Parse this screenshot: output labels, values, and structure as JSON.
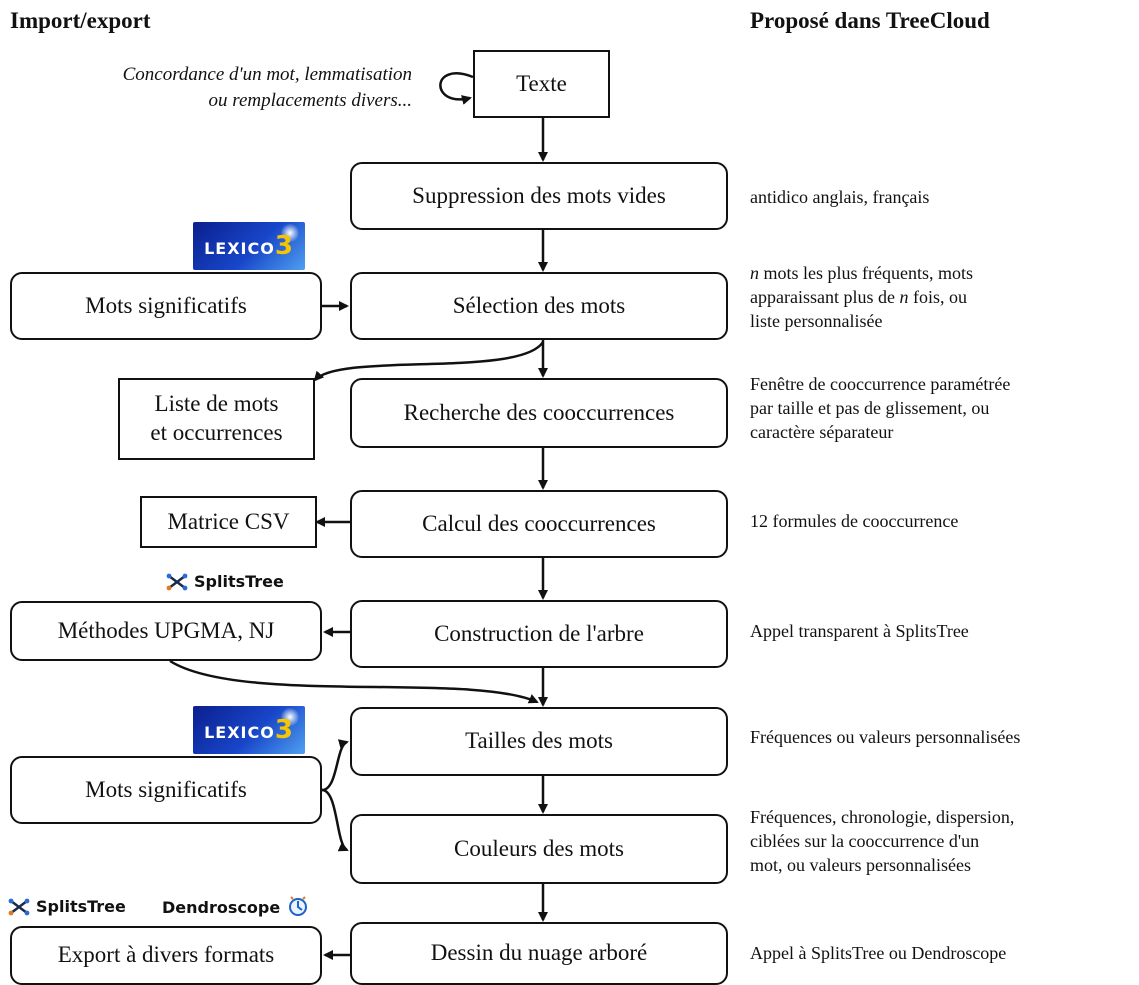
{
  "headers": {
    "left": "Import/export",
    "right": "Proposé dans TreeCloud"
  },
  "note": {
    "line1": "Concordance d'un mot, lemmatisation",
    "line2": "ou remplacements divers..."
  },
  "steps": [
    {
      "label": "Texte"
    },
    {
      "label": "Suppression des mots vides",
      "desc": "antidico anglais, français"
    },
    {
      "label": "Sélection des mots",
      "desc_line1_prefix": "n",
      "desc_line1": " mots les plus fréquents, mots",
      "desc_line2_prefix": "apparaissant plus de ",
      "desc_line2_var": "n",
      "desc_line2_suffix": " fois, ou",
      "desc_line3": "liste personnalisée"
    },
    {
      "label": "Recherche des cooccurrences",
      "desc_line1": "Fenêtre de cooccurrence paramétrée",
      "desc_line2": "par taille et pas de glissement, ou",
      "desc_line3": "caractère séparateur"
    },
    {
      "label": "Calcul des cooccurrences",
      "desc": "12 formules de cooccurrence"
    },
    {
      "label": "Construction de l'arbre",
      "desc": "Appel transparent à SplitsTree"
    },
    {
      "label": "Tailles des mots",
      "desc": "Fréquences ou valeurs personnalisées"
    },
    {
      "label": "Couleurs des mots",
      "desc_line1": "Fréquences, chronologie, dispersion,",
      "desc_line2": "ciblées sur la cooccurrence d'un",
      "desc_line3": "mot, ou valeurs personnalisées"
    },
    {
      "label": "Dessin du nuage arboré",
      "desc": "Appel à SplitsTree ou Dendroscope"
    }
  ],
  "side": {
    "mots_significatifs_1": "Mots significatifs",
    "liste_line1": "Liste de mots",
    "liste_line2": "et occurrences",
    "matrice": "Matrice CSV",
    "methodes": "Méthodes UPGMA, NJ",
    "mots_significatifs_2": "Mots significatifs",
    "export": "Export à divers formats"
  },
  "logos": {
    "lexico_text": "LEXICO",
    "lexico_num": "3",
    "splitstree": "SplitsTree",
    "dendroscope": "Dendroscope"
  },
  "icons": [
    "splitstree-icon",
    "dendroscope-icon",
    "lexico3-logo"
  ]
}
